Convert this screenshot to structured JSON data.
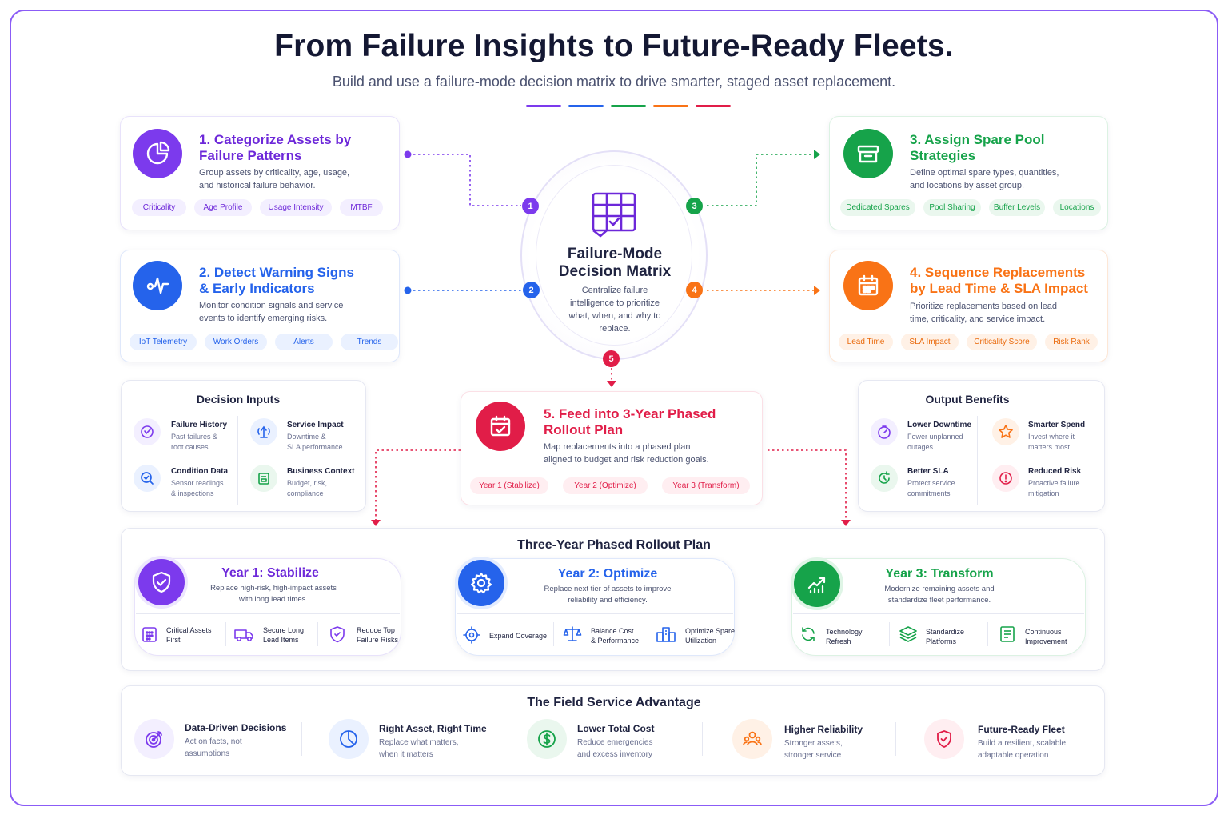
{
  "header": {
    "title": "From Failure Insights to Future-Ready Fleets.",
    "subtitle": "Build and use a failure-mode decision matrix to drive smarter, staged asset replacement."
  },
  "colors": {
    "purple": "#7c3aed",
    "blue": "#2563eb",
    "green": "#16a34a",
    "orange": "#f97316",
    "pink": "#e11d48"
  },
  "matrix": {
    "icon": "grid-table-icon",
    "title_line1": "Failure-Mode",
    "title_line2": "Decision Matrix",
    "desc": "Centralize failure intelligence to prioritize what, when, and why to replace."
  },
  "badges": [
    "1",
    "2",
    "3",
    "4",
    "5"
  ],
  "steps": [
    {
      "icon": "pie-chart-icon",
      "title_line1": "1. Categorize Assets by",
      "title_line2": "Failure Patterns",
      "desc_line1": "Group assets by criticality, age, usage,",
      "desc_line2": "and historical failure behavior.",
      "chips": [
        "Criticality",
        "Age Profile",
        "Usage Intensity",
        "MTBF"
      ]
    },
    {
      "icon": "pulse-icon",
      "title_line1": "2. Detect Warning Signs",
      "title_line2": "& Early Indicators",
      "desc_line1": "Monitor condition signals and service",
      "desc_line2": "events to identify emerging risks.",
      "chips": [
        "IoT Telemetry",
        "Work Orders",
        "Alerts",
        "Trends"
      ]
    },
    {
      "icon": "archive-box-icon",
      "title_line1": "3. Assign Spare Pool",
      "title_line2": "Strategies",
      "desc_line1": "Define optimal spare types, quantities,",
      "desc_line2": "and locations by asset group.",
      "chips": [
        "Dedicated Spares",
        "Pool Sharing",
        "Buffer Levels",
        "Locations"
      ]
    },
    {
      "icon": "calendar-grid-icon",
      "title_line1": "4. Sequence Replacements",
      "title_line2": "by Lead Time & SLA Impact",
      "desc_line1": "Prioritize replacements based on lead",
      "desc_line2": "time, criticality, and service impact.",
      "chips": [
        "Lead Time",
        "SLA Impact",
        "Criticality Score",
        "Risk Rank"
      ]
    },
    {
      "icon": "calendar-check-icon",
      "title_line1": "5. Feed into 3-Year Phased",
      "title_line2": "Rollout Plan",
      "desc_line1": "Map replacements into a phased plan",
      "desc_line2": "aligned to budget and risk reduction goals.",
      "chips": [
        "Year 1 (Stabilize)",
        "Year 2 (Optimize)",
        "Year 3 (Transform)"
      ]
    }
  ],
  "decision_inputs": {
    "title": "Decision Inputs",
    "items": [
      {
        "icon": "history-icon",
        "title": "Failure History",
        "desc_line1": "Past failures &",
        "desc_line2": "root causes"
      },
      {
        "icon": "service-tower-icon",
        "title": "Service Impact",
        "desc_line1": "Downtime &",
        "desc_line2": "SLA performance"
      },
      {
        "icon": "magnifier-icon",
        "title": "Condition Data",
        "desc_line1": "Sensor readings",
        "desc_line2": "& inspections"
      },
      {
        "icon": "clipboard-icon",
        "title": "Business Context",
        "desc_line1": "Budget, risk,",
        "desc_line2": "compliance"
      }
    ]
  },
  "output_benefits": {
    "title": "Output Benefits",
    "items": [
      {
        "icon": "speedometer-icon",
        "title": "Lower Downtime",
        "desc_line1": "Fewer unplanned",
        "desc_line2": "outages"
      },
      {
        "icon": "badge-star-icon",
        "title": "Smarter Spend",
        "desc_line1": "Invest where it",
        "desc_line2": "matters most"
      },
      {
        "icon": "refresh-clock-icon",
        "title": "Better SLA",
        "desc_line1": "Protect service",
        "desc_line2": "commitments"
      },
      {
        "icon": "alert-clock-icon",
        "title": "Reduced Risk",
        "desc_line1": "Proactive failure",
        "desc_line2": "mitigation"
      }
    ]
  },
  "rollout": {
    "title": "Three-Year Phased Rollout Plan",
    "years": [
      {
        "icon": "shield-check-icon",
        "title": "Year 1: Stabilize",
        "desc_line1": "Replace high-risk, high-impact assets",
        "desc_line2": "with long lead times.",
        "features": [
          {
            "icon": "grid-calendar-icon",
            "line1": "Critical Assets",
            "line2": "First"
          },
          {
            "icon": "truck-icon",
            "line1": "Secure Long",
            "line2": "Lead Items"
          },
          {
            "icon": "shield-icon",
            "line1": "Reduce Top",
            "line2": "Failure Risks"
          }
        ]
      },
      {
        "icon": "gear-icon",
        "title": "Year 2: Optimize",
        "desc_line1": "Replace next tier of assets to improve",
        "desc_line2": "reliability and efficiency.",
        "features": [
          {
            "icon": "crosshair-icon",
            "line1": "Expand Coverage",
            "line2": ""
          },
          {
            "icon": "balance-scale-icon",
            "line1": "Balance Cost",
            "line2": "& Performance"
          },
          {
            "icon": "building-icon",
            "line1": "Optimize Spare",
            "line2": "Utilization"
          }
        ]
      },
      {
        "icon": "trend-up-icon",
        "title": "Year 3: Transform",
        "desc_line1": "Modernize remaining assets and",
        "desc_line2": "standardize fleet performance.",
        "features": [
          {
            "icon": "refresh-icon",
            "line1": "Technology",
            "line2": "Refresh"
          },
          {
            "icon": "layers-icon",
            "line1": "Standardize",
            "line2": "Platforms"
          },
          {
            "icon": "checklist-icon",
            "line1": "Continuous",
            "line2": "Improvement"
          }
        ]
      }
    ]
  },
  "advantage": {
    "title": "The Field Service Advantage",
    "items": [
      {
        "icon": "target-icon",
        "title": "Data-Driven Decisions",
        "desc_line1": "Act on facts, not",
        "desc_line2": "assumptions"
      },
      {
        "icon": "pie-clock-icon",
        "title": "Right Asset, Right Time",
        "desc_line1": "Replace what matters,",
        "desc_line2": "when it matters"
      },
      {
        "icon": "dollar-icon",
        "title": "Lower Total Cost",
        "desc_line1": "Reduce emergencies",
        "desc_line2": "and excess inventory"
      },
      {
        "icon": "team-icon",
        "title": "Higher Reliability",
        "desc_line1": "Stronger assets,",
        "desc_line2": "stronger service"
      },
      {
        "icon": "shield-check-icon",
        "title": "Future-Ready Fleet",
        "desc_line1": "Build a resilient, scalable,",
        "desc_line2": "adaptable operation"
      }
    ]
  }
}
